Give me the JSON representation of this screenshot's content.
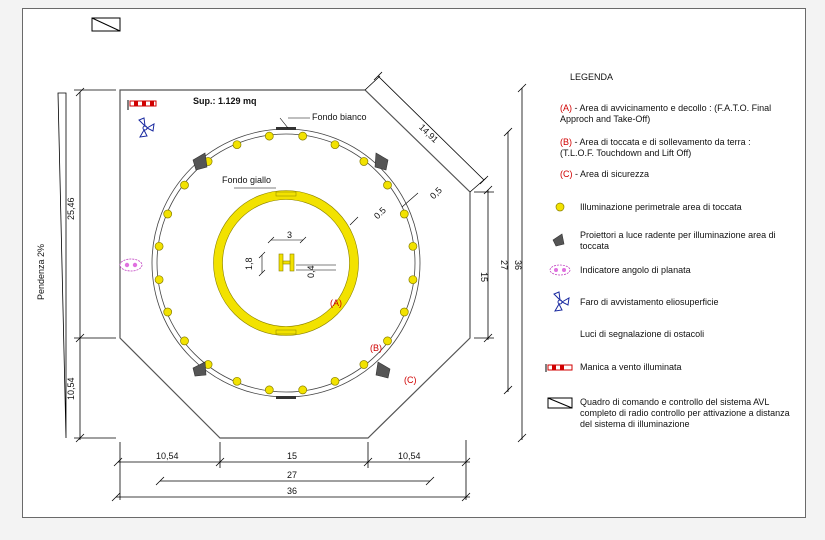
{
  "surface_label": "Sup.: 1.129 mq",
  "fondo_bianco": "Fondo bianco",
  "fondo_giallo": "Fondo giallo",
  "area_a": "(A)",
  "area_b": "(B)",
  "area_c": "(C)",
  "helipad_letter": "H",
  "slope": "Pendenza 2%",
  "dims": {
    "d_0_5_a": "0.5",
    "d_0_5_b": "0,5",
    "d_3": "3",
    "d_1_8": "1,8",
    "d_0_4": "0,4",
    "diag": "14,91",
    "left_top": "25,46",
    "left_bottom": "10,54",
    "right_15": "15",
    "right_27": "27",
    "right_36": "36",
    "bottom_10_54_left": "10,54",
    "bottom_15": "15",
    "bottom_10_54_right": "10,54",
    "bottom_27": "27",
    "bottom_36": "36"
  },
  "legend": {
    "title": "LEGENDA",
    "a_code": "(A)",
    "a_text": "- Area di avvicinamento e decollo : (F.A.T.O. Final Approch and Take-Off)",
    "b_code": "(B)",
    "b_text": "- Area di toccata e di sollevamento da terra : (T.L.O.F. Touchdown and Lift Off)",
    "c_code": "(C)",
    "c_text": "- Area di sicurezza",
    "i1": "Illuminazione perimetrale area di toccata",
    "i2": "Proiettori a luce radente per illuminazione area di toccata",
    "i3": "Indicatore angolo di planata",
    "i4": "Faro di avvistamento eliosuperficie",
    "i5": "Luci di segnalazione di ostacoli",
    "i6": "Manica a vento illuminata",
    "i7": "Quadro di comando e controllo del sistema AVL completo di radio controllo per attivazione a distanza del sistema di illuminazione"
  },
  "colors": {
    "yellow": "#f2e200",
    "yellow_stroke": "#8a8000",
    "red": "#d00000",
    "gray": "#555555"
  }
}
